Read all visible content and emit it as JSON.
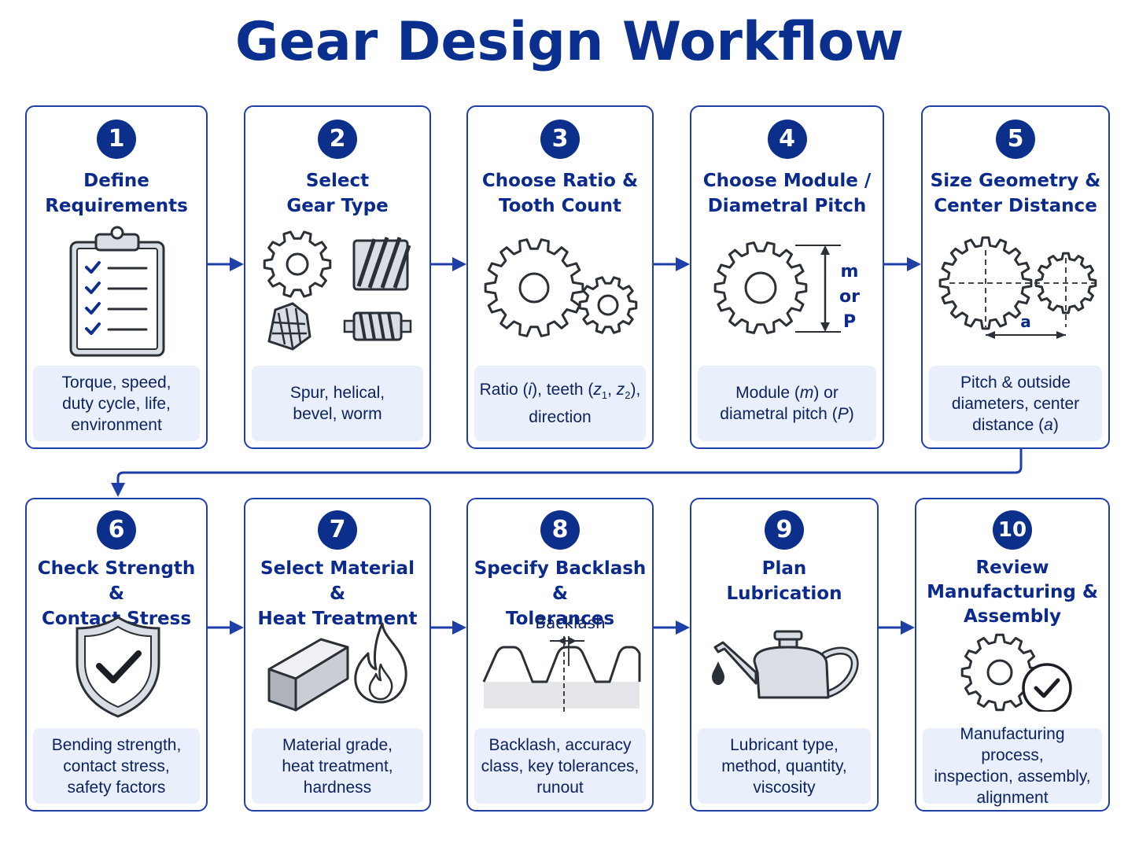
{
  "title": "Gear Design Workflow",
  "colors": {
    "primary": "#0d2f8c",
    "border": "#1f3fa8",
    "panel": "#eaf0fb",
    "icon_fill": "#d9dde4",
    "icon_stroke": "#2b2f36"
  },
  "steps": [
    {
      "number": "1",
      "title": "Define\nRequirements",
      "icon": "clipboard-checklist-icon",
      "desc": "Torque, speed,\nduty cycle, life,\nenvironment"
    },
    {
      "number": "2",
      "title": "Select\nGear Type",
      "icon": "gear-types-icon",
      "desc": "Spur, helical,\nbevel, worm"
    },
    {
      "number": "3",
      "title": "Choose Ratio &\nTooth Count",
      "icon": "gear-pair-icon",
      "desc_parts": [
        "Ratio (",
        "i",
        "), teeth (",
        "z",
        "1",
        ", ",
        "z",
        "2",
        "),",
        "direction"
      ]
    },
    {
      "number": "4",
      "title": "Choose Module /\nDiametral Pitch",
      "icon": "gear-module-icon",
      "dim_label": [
        "m",
        "or",
        "P"
      ],
      "desc_parts": [
        "Module (",
        "m",
        ") or",
        "diametral pitch (",
        "P",
        ")"
      ]
    },
    {
      "number": "5",
      "title": "Size Geometry &\nCenter Distance",
      "icon": "center-distance-icon",
      "dim_label": "a",
      "desc_parts": [
        "Pitch & outside",
        "diameters, center",
        "distance (",
        "a",
        ")"
      ]
    },
    {
      "number": "6",
      "title": "Check Strength &\nContact Stress",
      "icon": "shield-check-icon",
      "desc": "Bending strength,\ncontact stress,\nsafety factors"
    },
    {
      "number": "7",
      "title": "Select Material &\nHeat Treatment",
      "icon": "material-flame-icon",
      "desc": "Material grade,\nheat treatment,\nhardness"
    },
    {
      "number": "8",
      "title": "Specify Backlash &\nTolerances",
      "icon": "backlash-teeth-icon",
      "icon_label": "Backlash",
      "desc": "Backlash, accuracy\nclass, key tolerances,\nrunout"
    },
    {
      "number": "9",
      "title": "Plan\nLubrication",
      "icon": "oil-can-icon",
      "desc": "Lubricant type,\nmethod, quantity,\nviscosity"
    },
    {
      "number": "10",
      "title": "Review\nManufacturing &\nAssembly",
      "icon": "gear-check-icon",
      "desc": "Manufacturing process,\ninspection, assembly,\nalignment"
    }
  ]
}
